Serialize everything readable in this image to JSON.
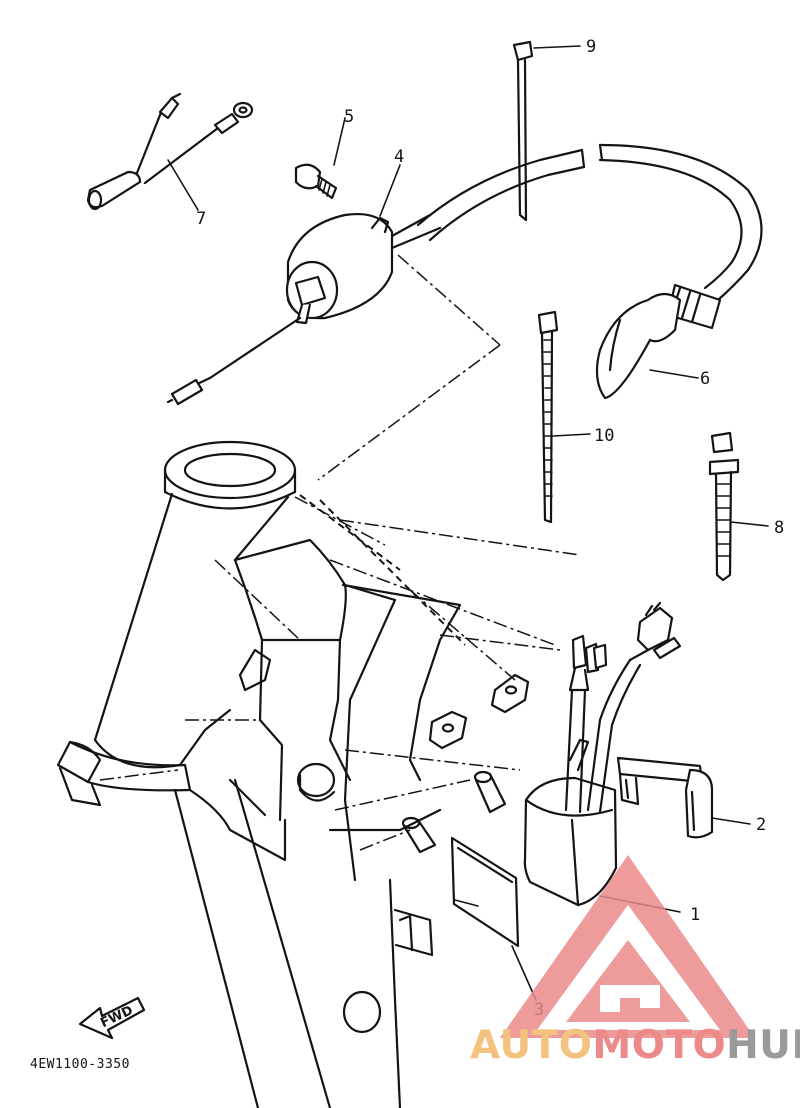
{
  "callouts": [
    {
      "id": "1",
      "label": "1",
      "part": "cdi-unit"
    },
    {
      "id": "2",
      "label": "2",
      "part": "band"
    },
    {
      "id": "3",
      "label": "3",
      "part": "pad"
    },
    {
      "id": "4",
      "label": "4",
      "part": "ignition-coil"
    },
    {
      "id": "5",
      "label": "5",
      "part": "bolt"
    },
    {
      "id": "6",
      "label": "6",
      "part": "plug-cap"
    },
    {
      "id": "7",
      "label": "7",
      "part": "wire-lead"
    },
    {
      "id": "8",
      "label": "8",
      "part": "cable-tie"
    },
    {
      "id": "9",
      "label": "9",
      "part": "cable-tie"
    },
    {
      "id": "10",
      "label": "10",
      "part": "cable-tie"
    }
  ],
  "direction_label": "FWD",
  "drawing_number": "4EW1100-3350",
  "watermark": {
    "part_a": "AUTO",
    "part_b": "MOTO",
    "part_c": "HUB",
    "colors": {
      "auto": "#f2c27e",
      "moto": "#ec8a8a",
      "hub": "#9a9a9a",
      "logo": "#ec8a8a"
    }
  }
}
